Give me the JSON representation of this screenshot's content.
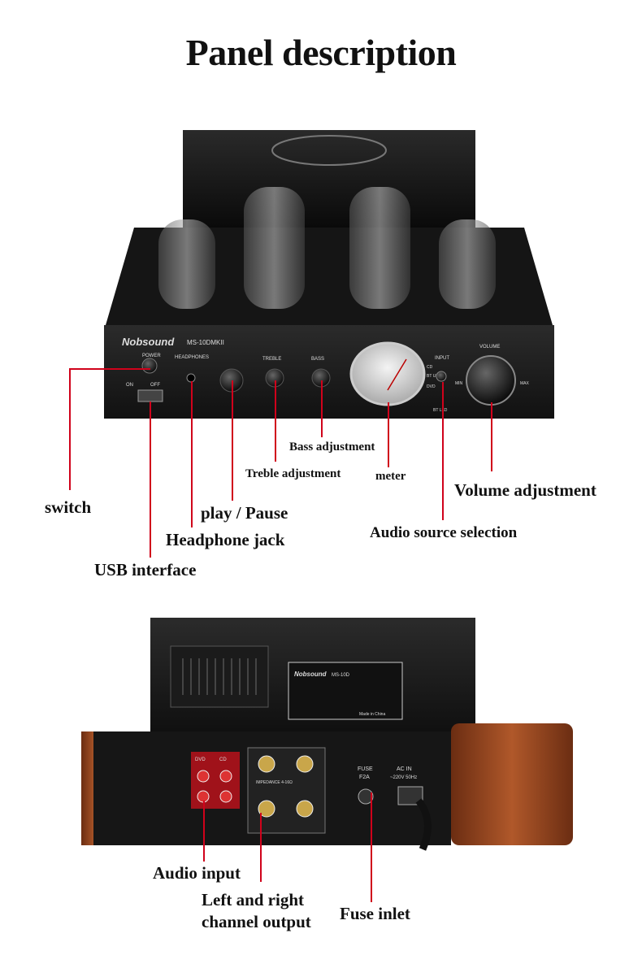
{
  "page": {
    "title": "Panel description"
  },
  "front_panel": {
    "brand": "Nobsound",
    "model": "MS-10DMKII",
    "markings": {
      "power": "POWER",
      "on": "ON",
      "off": "OFF",
      "headphones": "HEADPHONES",
      "treble": "TREBLE",
      "bass": "BASS",
      "input": "INPUT",
      "cd": "CD",
      "bt_usb": "BT USB",
      "dvd": "DVD",
      "bt_led": "BT LED",
      "volume": "VOLUME",
      "min": "MIN",
      "max": "MAX"
    }
  },
  "rear_panel": {
    "brand": "Nobsound",
    "nameplate_model": "MS-10D",
    "nameplate_made_in": "Made in China",
    "jacks_dvd": "DVD",
    "jacks_cd": "CD",
    "impedance": "IMPEDANCE 4-16Ω",
    "fuse": "FUSE",
    "fuse_rating": "F2A",
    "ac_in": "AC IN",
    "ac_voltage": "~220V 50Hz"
  },
  "callouts": {
    "switch": "switch",
    "usb_interface": "USB interface",
    "headphone_jack": "Headphone jack",
    "play_pause": "play / Pause",
    "treble_adjustment": "Treble adjustment",
    "bass_adjustment": "Bass adjustment",
    "meter": "meter",
    "audio_source_selection": "Audio source selection",
    "volume_adjustment": "Volume adjustment",
    "audio_input": "Audio input",
    "channel_output_line1": "Left and right",
    "channel_output_line2": "channel output",
    "fuse_inlet": "Fuse inlet"
  },
  "colors": {
    "callout_line": "#d0021b",
    "panel": "#1a1a1a",
    "wood": "#9a4a22"
  }
}
